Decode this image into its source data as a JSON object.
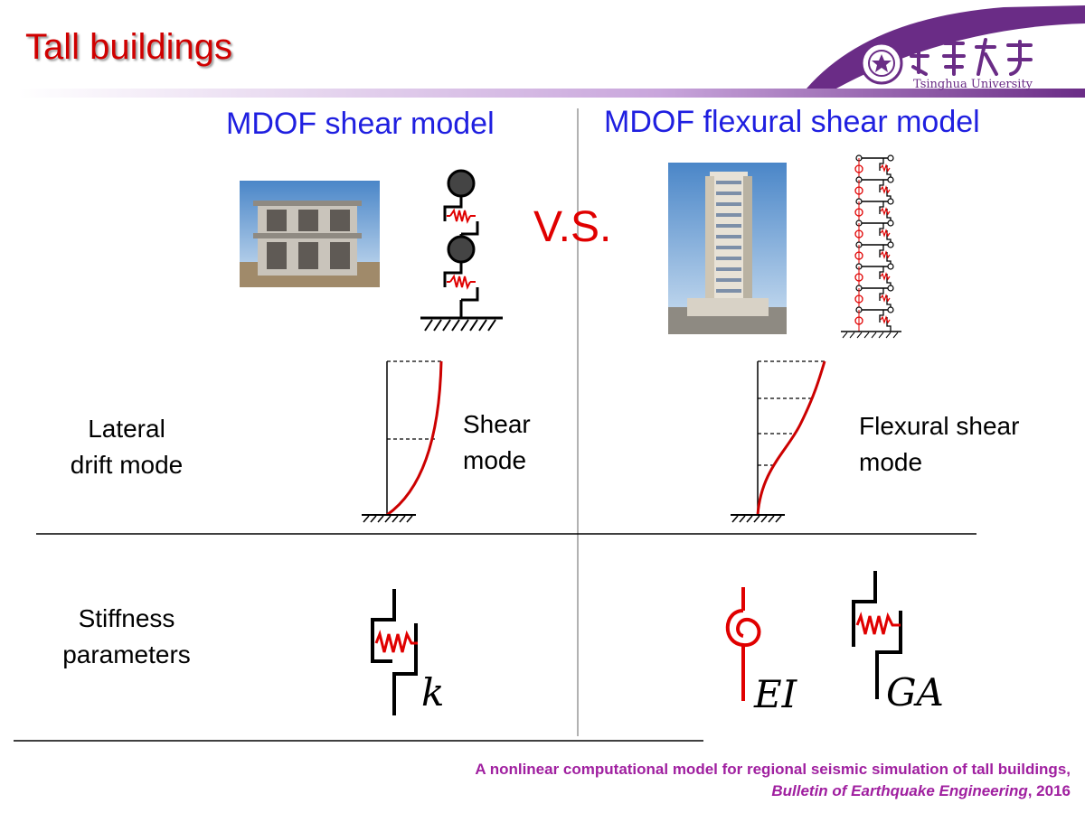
{
  "slide": {
    "title": "Tall buildings",
    "logo_text": "Tsinghua University",
    "vs_label": "V.S.",
    "left_heading": "MDOF shear model",
    "right_heading": "MDOF flexural shear model",
    "rows": {
      "drift_label": [
        "Lateral",
        "drift mode"
      ],
      "stiffness_label": [
        "Stiffness",
        "parameters"
      ]
    },
    "left_mode": [
      "Shear",
      "mode"
    ],
    "right_mode": [
      "Flexural shear",
      "mode"
    ],
    "symbols": {
      "k": "k",
      "ei": "EI",
      "ga": "GA"
    },
    "citation": {
      "line1": "A nonlinear computational model for regional seismic simulation of tall buildings,",
      "journal": "Bulletin of Earthquake Engineering",
      "year": ", 2016"
    }
  },
  "colors": {
    "title": "#d00000",
    "heading": "#1f1fe0",
    "spring": "#e00000",
    "accent": "#6a2c86",
    "citation": "#a020a0"
  }
}
